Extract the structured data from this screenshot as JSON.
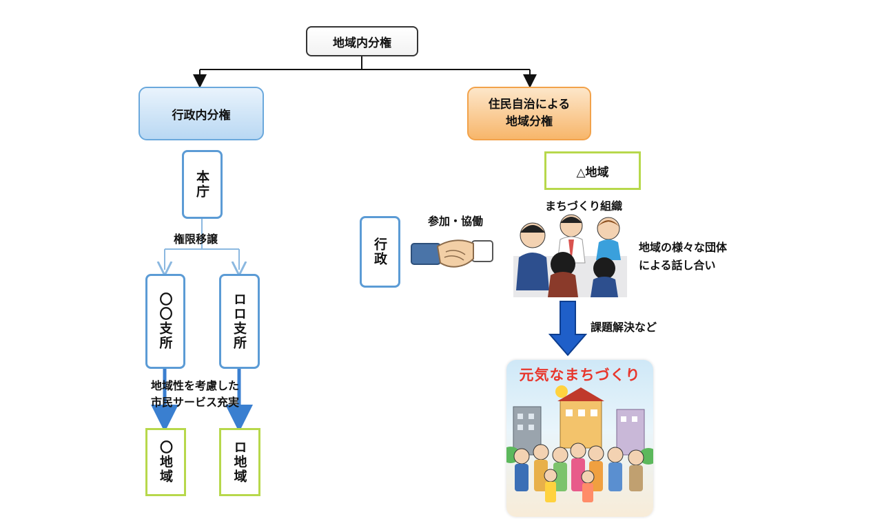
{
  "root": {
    "label": "地域内分権"
  },
  "left": {
    "branch_label": "行政内分権",
    "honcho": "本庁",
    "transfer_label": "権限移譲",
    "branch_a": "〇〇支所",
    "branch_b": "ロロ支所",
    "service_line1": "地域性を考慮した",
    "service_line2": "市民サービス充実",
    "region_a": "〇地域",
    "region_b": "ロ地域"
  },
  "right": {
    "branch_line1": "住民自治による",
    "branch_line2": "地域分権",
    "region": "△地域",
    "org_label": "まちづくり組織",
    "participation_label": "参加・協働",
    "gyosei": "行政",
    "discussion_line1": "地域の様々な団体",
    "discussion_line2": "による話し合い",
    "resolution_label": "課題解決など",
    "poster_title": "元気なまちづくり"
  },
  "colors": {
    "blue_border": "#5b9bd5",
    "green_border": "#b7d84b",
    "orange_fill": "#f7b66b",
    "blue_fill": "#b9d8f3",
    "arrow_blue": "#1f5fc9"
  }
}
